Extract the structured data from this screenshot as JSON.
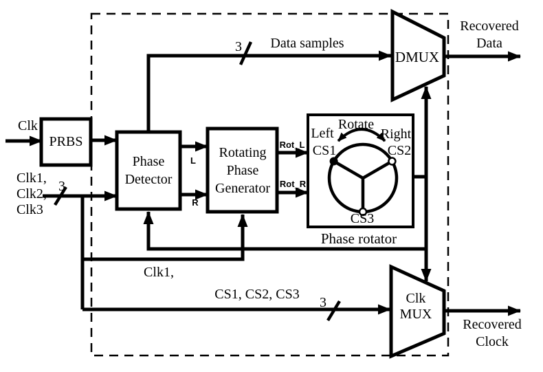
{
  "diagram": {
    "inputs": {
      "clk": "Clk",
      "clk_group": [
        "Clk1,",
        "Clk2,",
        "Clk3"
      ]
    },
    "bus_width": "3",
    "blocks": {
      "prbs": "PRBS",
      "phase_detector": [
        "Phase",
        "Detector"
      ],
      "rpg": [
        "Rotating",
        "Phase",
        "Generator"
      ],
      "dmux": "DMUX",
      "clk_mux": [
        "Clk",
        "MUX"
      ],
      "phase_rotator_caption": "Phase rotator"
    },
    "rotator": {
      "rotate": "Rotate",
      "left": "Left",
      "right": "Right",
      "cs1": "CS1",
      "cs2": "CS2",
      "cs3": "CS3"
    },
    "signals": {
      "data_samples": "Data samples",
      "l": "L",
      "r": "R",
      "rot_l": "Rot_L",
      "rot_r": "Rot_R",
      "clk1_feed": "Clk1,",
      "cs_list": "CS1, CS2, CS3"
    },
    "outputs": {
      "recovered_data": [
        "Recovered",
        "Data"
      ],
      "recovered_clock": [
        "Recovered",
        "Clock"
      ]
    },
    "colors": {
      "line": "#000000",
      "background": "#ffffff"
    }
  }
}
